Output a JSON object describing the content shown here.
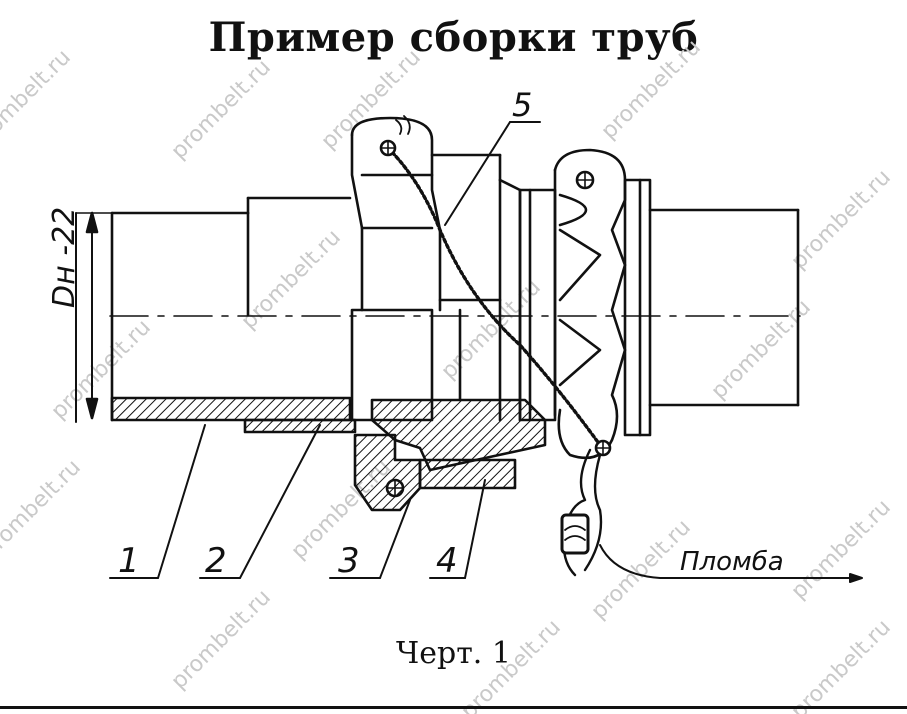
{
  "title": "Пример сборки труб",
  "caption": "Черт. 1",
  "dimension_label": "Dн -22",
  "callouts": [
    "1",
    "2",
    "3",
    "4",
    "5"
  ],
  "seal_label": "Пломба",
  "watermark": "prombelt.ru"
}
